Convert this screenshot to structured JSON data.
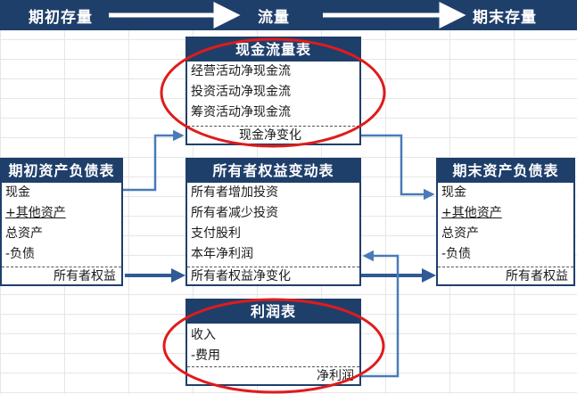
{
  "header": {
    "opening_inventory": "期初存量",
    "flow": "流量",
    "closing_inventory": "期末存量"
  },
  "cash_flow_statement": {
    "title": "现金流量表",
    "items": [
      "经营活动净现金流",
      "投资活动净现金流",
      "筹资活动净现金流"
    ],
    "footer": "现金净变化"
  },
  "opening_balance_sheet": {
    "title": "期初资产负债表",
    "items": [
      "现金",
      "+其他资产",
      "总资产",
      "-负债"
    ],
    "footer": "所有者权益"
  },
  "equity_statement": {
    "title": "所有者权益变动表",
    "items": [
      "所有者增加投资",
      "所有者减少投资",
      "支付股利",
      "本年净利润"
    ],
    "footer": "所有者权益净变化"
  },
  "closing_balance_sheet": {
    "title": "期末资产负债表",
    "items": [
      "现金",
      "+其他资产",
      "总资产",
      "-负债"
    ],
    "footer": "所有者权益"
  },
  "income_statement": {
    "title": "利润表",
    "items": [
      "收入",
      "-费用"
    ],
    "footer": "净利润"
  },
  "colors": {
    "header_bg": "#1f3f6b",
    "arrow_light": "#4a7ab8",
    "arrow_dark": "#2e5a95",
    "highlight_ellipse": "#e01b1b"
  }
}
